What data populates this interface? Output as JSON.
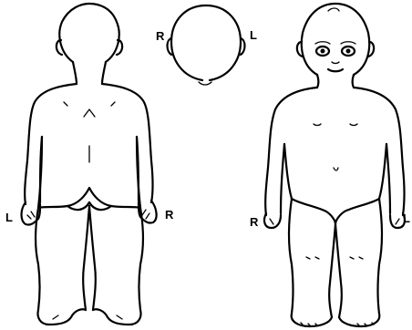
{
  "labels": {
    "back_left": "L",
    "back_right": "R",
    "head_right": "R",
    "head_left": "L",
    "front_right": "R",
    "front_left": "L"
  }
}
